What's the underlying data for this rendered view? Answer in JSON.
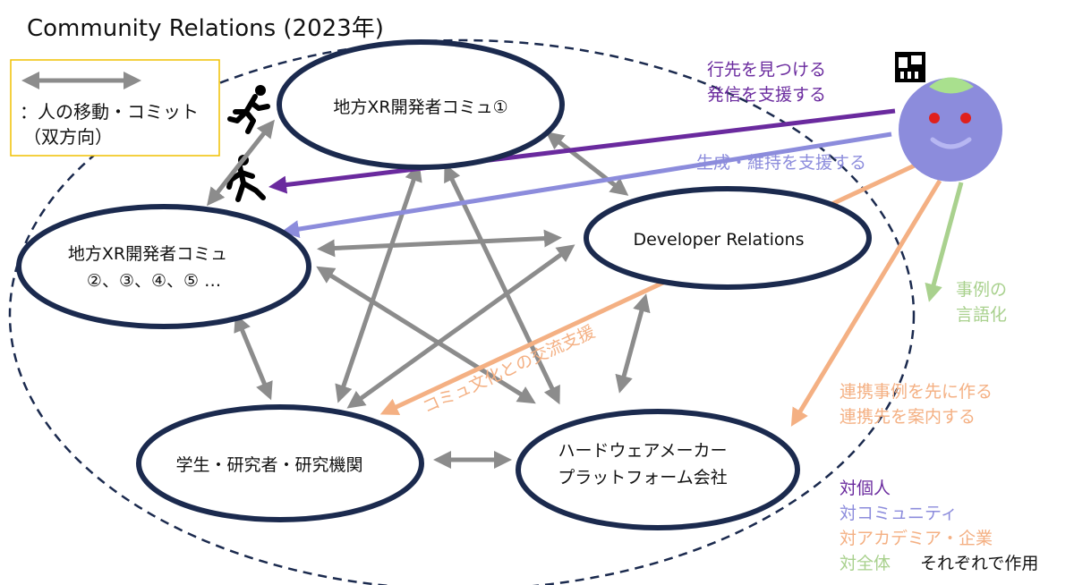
{
  "title": "Community Relations (2023年)",
  "legend": {
    "line1": "：人の移動・コミット",
    "line2": "（双方向）"
  },
  "nodes": {
    "local_xr_1": "地方XR開発者コミュ①",
    "local_xr_2_line1": "地方XR開発者コミュ",
    "local_xr_2_line2": "②、③、④、⑤ …",
    "devrel": "Developer Relations",
    "students": "学生・研究者・研究機関",
    "hardware_line1": "ハードウェアメーカー",
    "hardware_line2": "プラットフォーム会社"
  },
  "annotations": {
    "purple_line1": "行先を見つける",
    "purple_line2": "発信を支援する",
    "lavender": "生成・維持を支援する",
    "orange_diag": "コミュ文化との交流支援",
    "green_line1": "事例の",
    "green_line2": "言語化",
    "orange_right_line1": "連携事例を先に作る",
    "orange_right_line2": "連携先を案内する"
  },
  "key": {
    "individual": "対個人",
    "community": "対コミュニティ",
    "academia": "対アカデミア・企業",
    "all": "対全体",
    "note": "それぞれで作用"
  },
  "colors": {
    "purple": "#6a2a9e",
    "lavender": "#8c8cdc",
    "orange": "#f4b083",
    "green": "#a9d18e",
    "gray": "#8c8c8c",
    "navy": "#1b2a4e",
    "avatar": "#8c8cdc",
    "avatar_cap": "#a9e08e",
    "legend_border": "#f0c000"
  },
  "icons": [
    "running-person-icon",
    "running-person-icon",
    "logo-icon",
    "smiley-avatar-icon"
  ]
}
